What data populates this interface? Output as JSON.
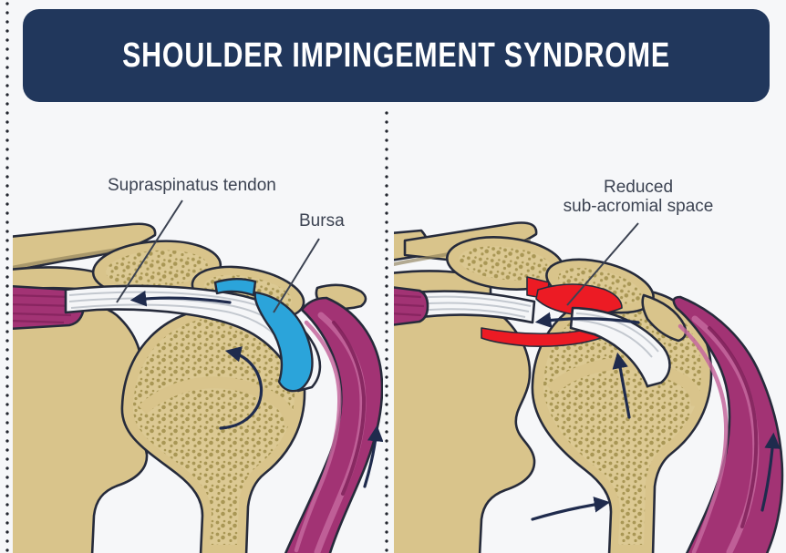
{
  "title": "SHOULDER IMPINGEMENT SYNDROME",
  "panels": {
    "left": {
      "label_supraspinatus": "Supraspinatus tendon",
      "label_bursa": "Bursa"
    },
    "right": {
      "label_reduced_line1": "Reduced",
      "label_reduced_line2": "sub-acromial space"
    }
  },
  "colors": {
    "background": "#f6f7f9",
    "banner-navy": "#21375c",
    "bone": "#d9c48b",
    "bone-inner": "#dcc993",
    "speckle": "#a3914f",
    "outline": "#262b3b",
    "tendon-white": "#f5f6f8",
    "bursa-blue": "#2ba4da",
    "inflamed-red": "#ec1b24",
    "muscle-magenta": "#a23374",
    "muscle-light": "#c4679e",
    "muscle-dark": "#7e2058",
    "arrow-navy": "#1f2b4d",
    "label-text": "#3c4352"
  }
}
